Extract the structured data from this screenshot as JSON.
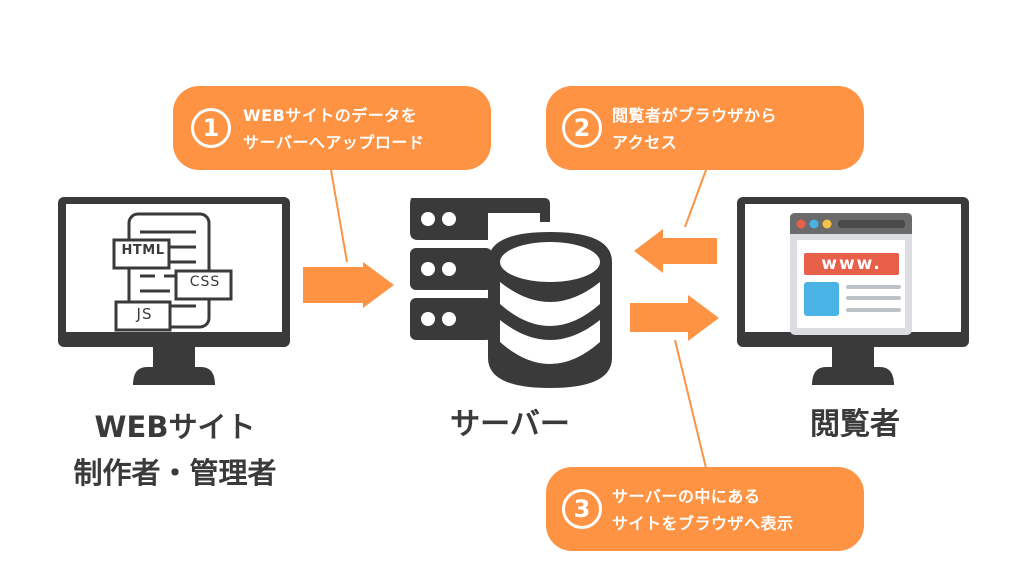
{
  "callouts": [
    {
      "number": "1",
      "line1": "WEBサイトのデータを",
      "line2": "サーバーへアップロード"
    },
    {
      "number": "2",
      "line1": "閲覧者がブラウザから",
      "line2": "アクセス"
    },
    {
      "number": "3",
      "line1": "サーバーの中にある",
      "line2": "サイトをブラウザへ表示"
    }
  ],
  "nodes": {
    "creator": {
      "line1": "WEBサイト",
      "line2": "制作者・管理者"
    },
    "server": {
      "label": "サーバー"
    },
    "viewer": {
      "label": "閲覧者"
    }
  },
  "code_tags": {
    "html": "HTML",
    "css": "CSS",
    "js": "JS"
  },
  "browser": {
    "url_text": "www."
  },
  "colors": {
    "accent": "#fd9343",
    "dark": "#3a3a3a",
    "browser_red": "#e8604a",
    "browser_blue": "#4ab3e6",
    "browser_yellow": "#f5c242",
    "browser_frame": "#dcdde0",
    "browser_bar": "#6b6b6b"
  }
}
